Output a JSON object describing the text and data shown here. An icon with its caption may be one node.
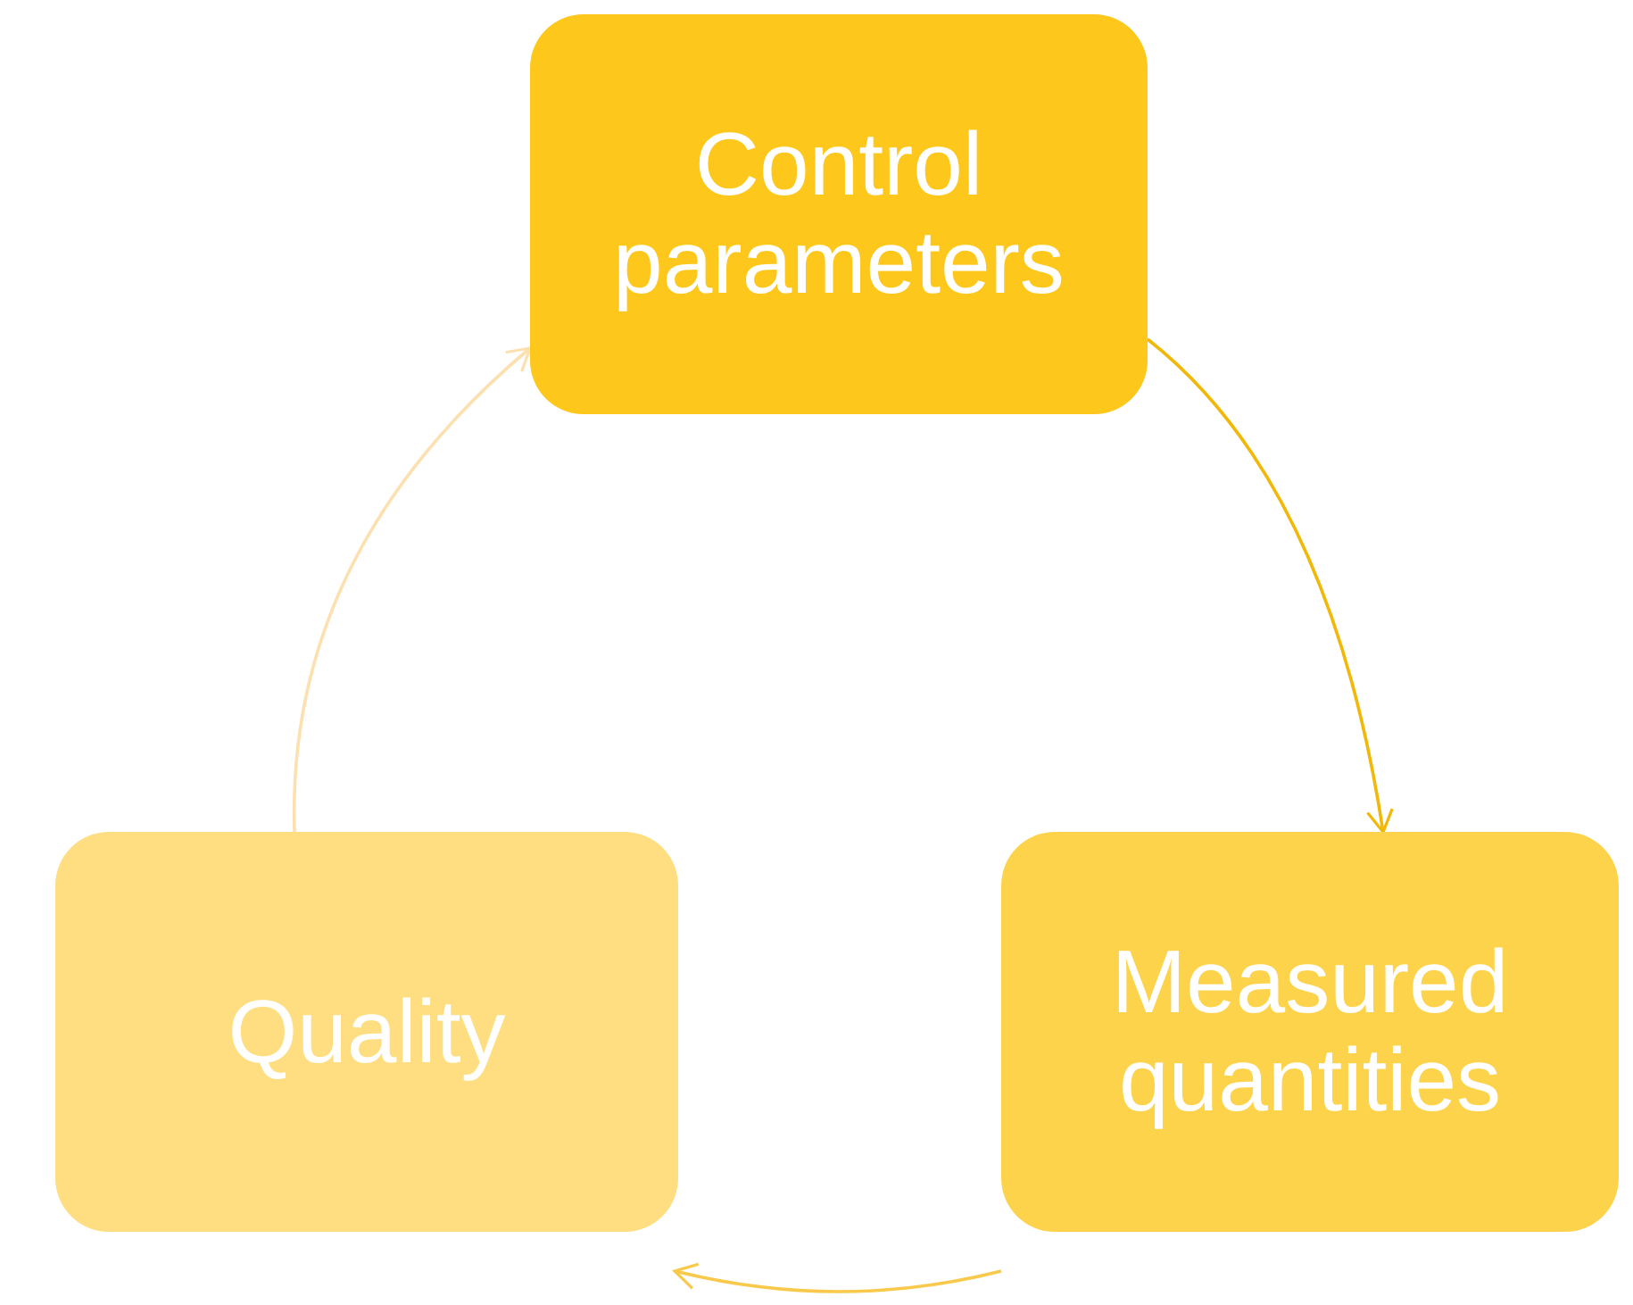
{
  "diagram": {
    "nodes": [
      {
        "text": [
          "Control parameters"
        ]
      },
      {
        "text": [
          "Measured quantities"
        ]
      },
      {
        "text": [
          "Quality"
        ]
      }
    ],
    "edges": [
      {
        "from": 0,
        "to": 1,
        "arrow": "to",
        "color": "#f2b807"
      },
      {
        "from": 1,
        "to": 2,
        "arrow": "to",
        "color": "#f8c94a"
      },
      {
        "from": 2,
        "to": 0,
        "arrow": "to",
        "color": "#fde0b0"
      }
    ]
  }
}
